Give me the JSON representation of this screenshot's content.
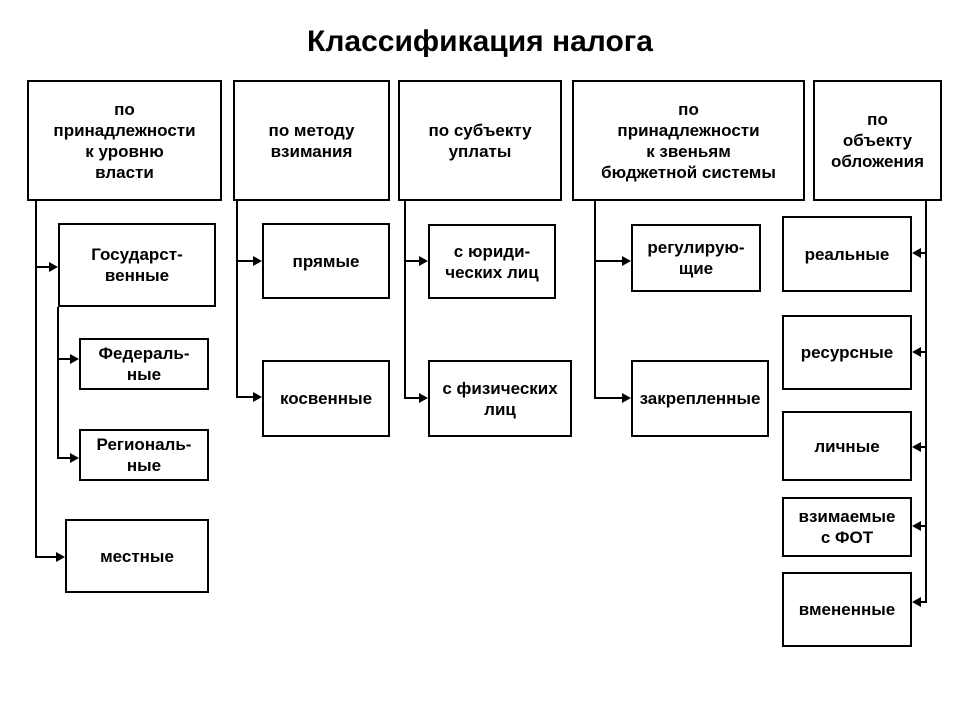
{
  "title": "Классификация налога",
  "colors": {
    "line": "#000000",
    "background": "#ffffff",
    "text": "#000000"
  },
  "columns": [
    {
      "header": "по\nпринадлежности\nк уровню\nвласти",
      "children": [
        "Государст-\nвенные",
        "Федераль-\nные",
        "Региональ-\nные",
        "местные"
      ]
    },
    {
      "header": "по методу\nвзимания",
      "children": [
        "прямые",
        "косвенные"
      ]
    },
    {
      "header": "по субъекту\nуплаты",
      "children": [
        "с юриди-\nческих лиц",
        "с физических\nлиц"
      ]
    },
    {
      "header": "по\nпринадлежности\nк звеньям\nбюджетной системы",
      "children": [
        "регулирую-\nщие",
        "закрепленные"
      ]
    },
    {
      "header": "по\nобъекту\nобложения",
      "children": [
        "реальные",
        "ресурсные",
        "личные",
        "взимаемые\nс ФОТ",
        "вмененные"
      ]
    }
  ]
}
